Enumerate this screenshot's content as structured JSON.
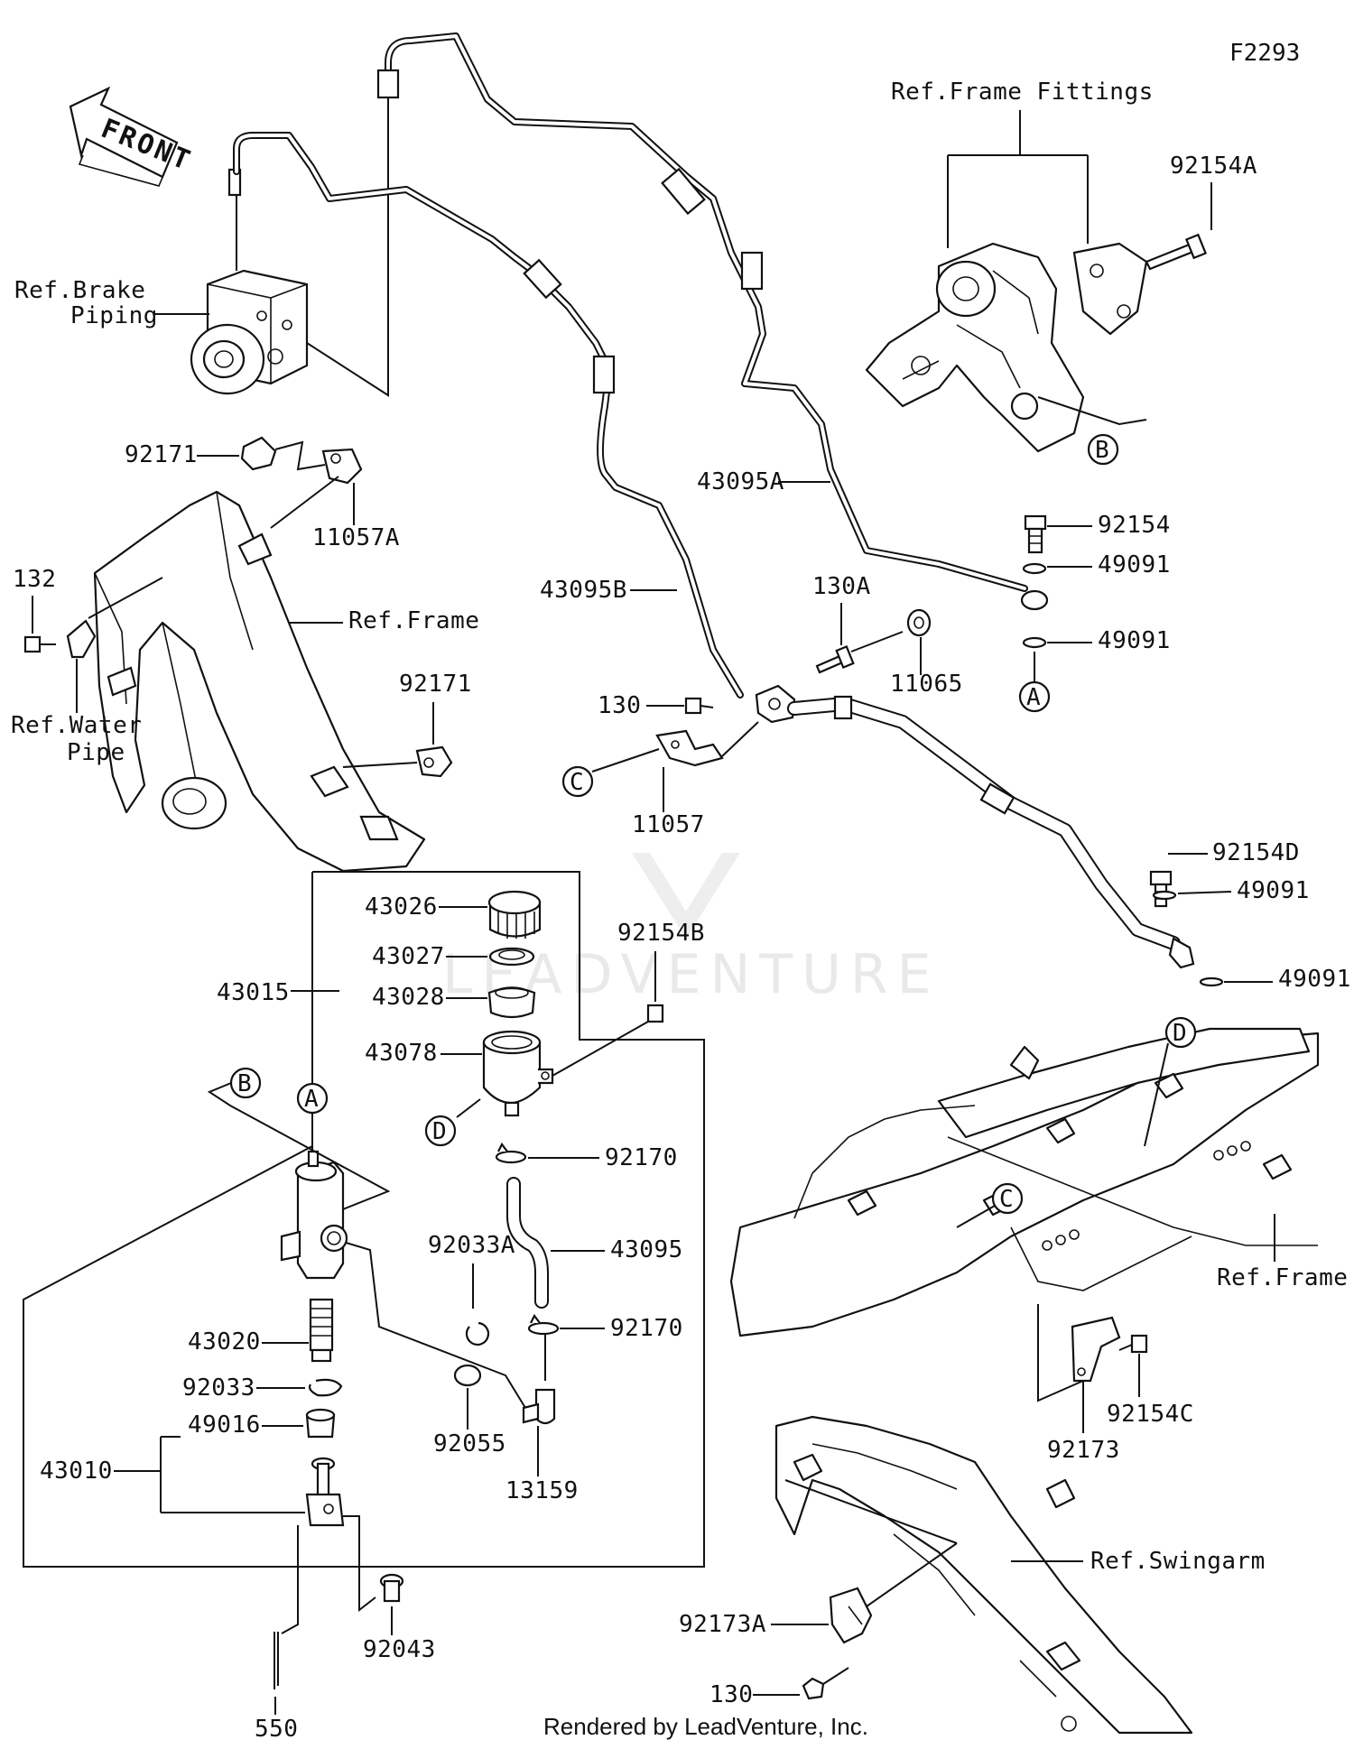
{
  "figure_code": "F2293",
  "front_arrow": "FRONT",
  "footer": "Rendered by LeadVenture, Inc.",
  "watermark": "LEADVENTURE",
  "refs": {
    "brake_piping_1": "Ref.Brake",
    "brake_piping_2": "Piping",
    "frame_fittings": "Ref.Frame Fittings",
    "frame": "Ref.Frame",
    "frame_2": "Ref.Frame",
    "water_pipe_1": "Ref.Water",
    "water_pipe_2": "Pipe",
    "swingarm": "Ref.Swingarm"
  },
  "markers": {
    "A": "A",
    "B": "B",
    "C": "C",
    "D": "D"
  },
  "parts": {
    "p92154A": "92154A",
    "p92171_top": "92171",
    "p11057A": "11057A",
    "p132": "132",
    "p92171_bot": "92171",
    "p43095A": "43095A",
    "p92154": "92154",
    "p49091_1": "49091",
    "p49091_2": "49091",
    "p130A": "130A",
    "p11065": "11065",
    "p43095B": "43095B",
    "p130_top": "130",
    "p11057": "11057",
    "p92154D": "92154D",
    "p49091_3": "49091",
    "p49091_4": "49091",
    "p43026": "43026",
    "p43027": "43027",
    "p43028": "43028",
    "p43015": "43015",
    "p43078": "43078",
    "p92154B": "92154B",
    "p92170_1": "92170",
    "p92033A": "92033A",
    "p43095": "43095",
    "p92170_2": "92170",
    "p43020": "43020",
    "p92033": "92033",
    "p49016": "49016",
    "p43010": "43010",
    "p92055": "92055",
    "p13159": "13159",
    "p92043": "92043",
    "p550": "550",
    "p92154C": "92154C",
    "p92173": "92173",
    "p92173A": "92173A",
    "p130_bot": "130"
  }
}
